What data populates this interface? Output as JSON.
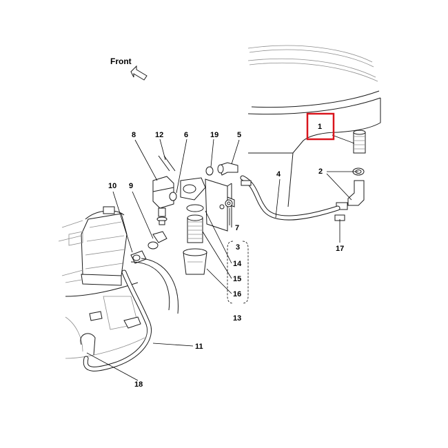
{
  "diagram": {
    "orientation_label": "Front",
    "highlight_color": "#d9141c",
    "highlighted_part": "1",
    "callouts": {
      "c1": "1",
      "c2": "2",
      "c3": "3",
      "c4": "4",
      "c5": "5",
      "c6": "6",
      "c7": "7",
      "c8": "8",
      "c9": "9",
      "c10": "10",
      "c11": "11",
      "c12": "12",
      "c13": "13",
      "c14": "14",
      "c15": "15",
      "c16": "16",
      "c17": "17",
      "c18": "18",
      "c19": "19"
    }
  }
}
